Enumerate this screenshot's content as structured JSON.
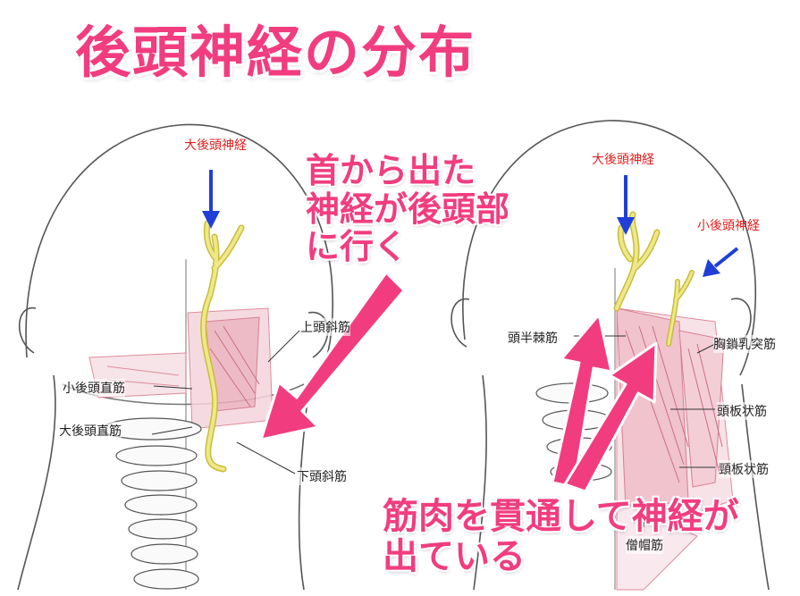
{
  "title": "後頭神経の分布",
  "callouts": {
    "top": [
      "首から出た",
      "神経が後頭部",
      "に行く"
    ],
    "bottom": [
      "筋肉を貫通して神経が",
      "出ている"
    ]
  },
  "left_figure": {
    "nerve_label": "大後頭神経",
    "muscle_labels": {
      "superior_oblique": "上頭斜筋",
      "rectus_minor": "小後頭直筋",
      "rectus_major": "大後頭直筋",
      "inferior_oblique": "下頭斜筋"
    }
  },
  "right_figure": {
    "greater_nerve_label": "大後頭神経",
    "lesser_nerve_label": "小後頭神経",
    "muscle_labels": {
      "semispinalis_capitis": "頭半棘筋",
      "sternocleidomastoid": "胸鎖乳突筋",
      "splenius_capitis": "頭板状筋",
      "splenius_cervicis": "頸板状筋",
      "trapezius": "僧帽筋"
    }
  },
  "colors": {
    "accent_pink": "#f13d7f",
    "nerve_yellow": "#efe88a",
    "arrow_blue": "#1f3fd6",
    "muscle_red": "#d9788a",
    "label_red": "#e02020"
  }
}
